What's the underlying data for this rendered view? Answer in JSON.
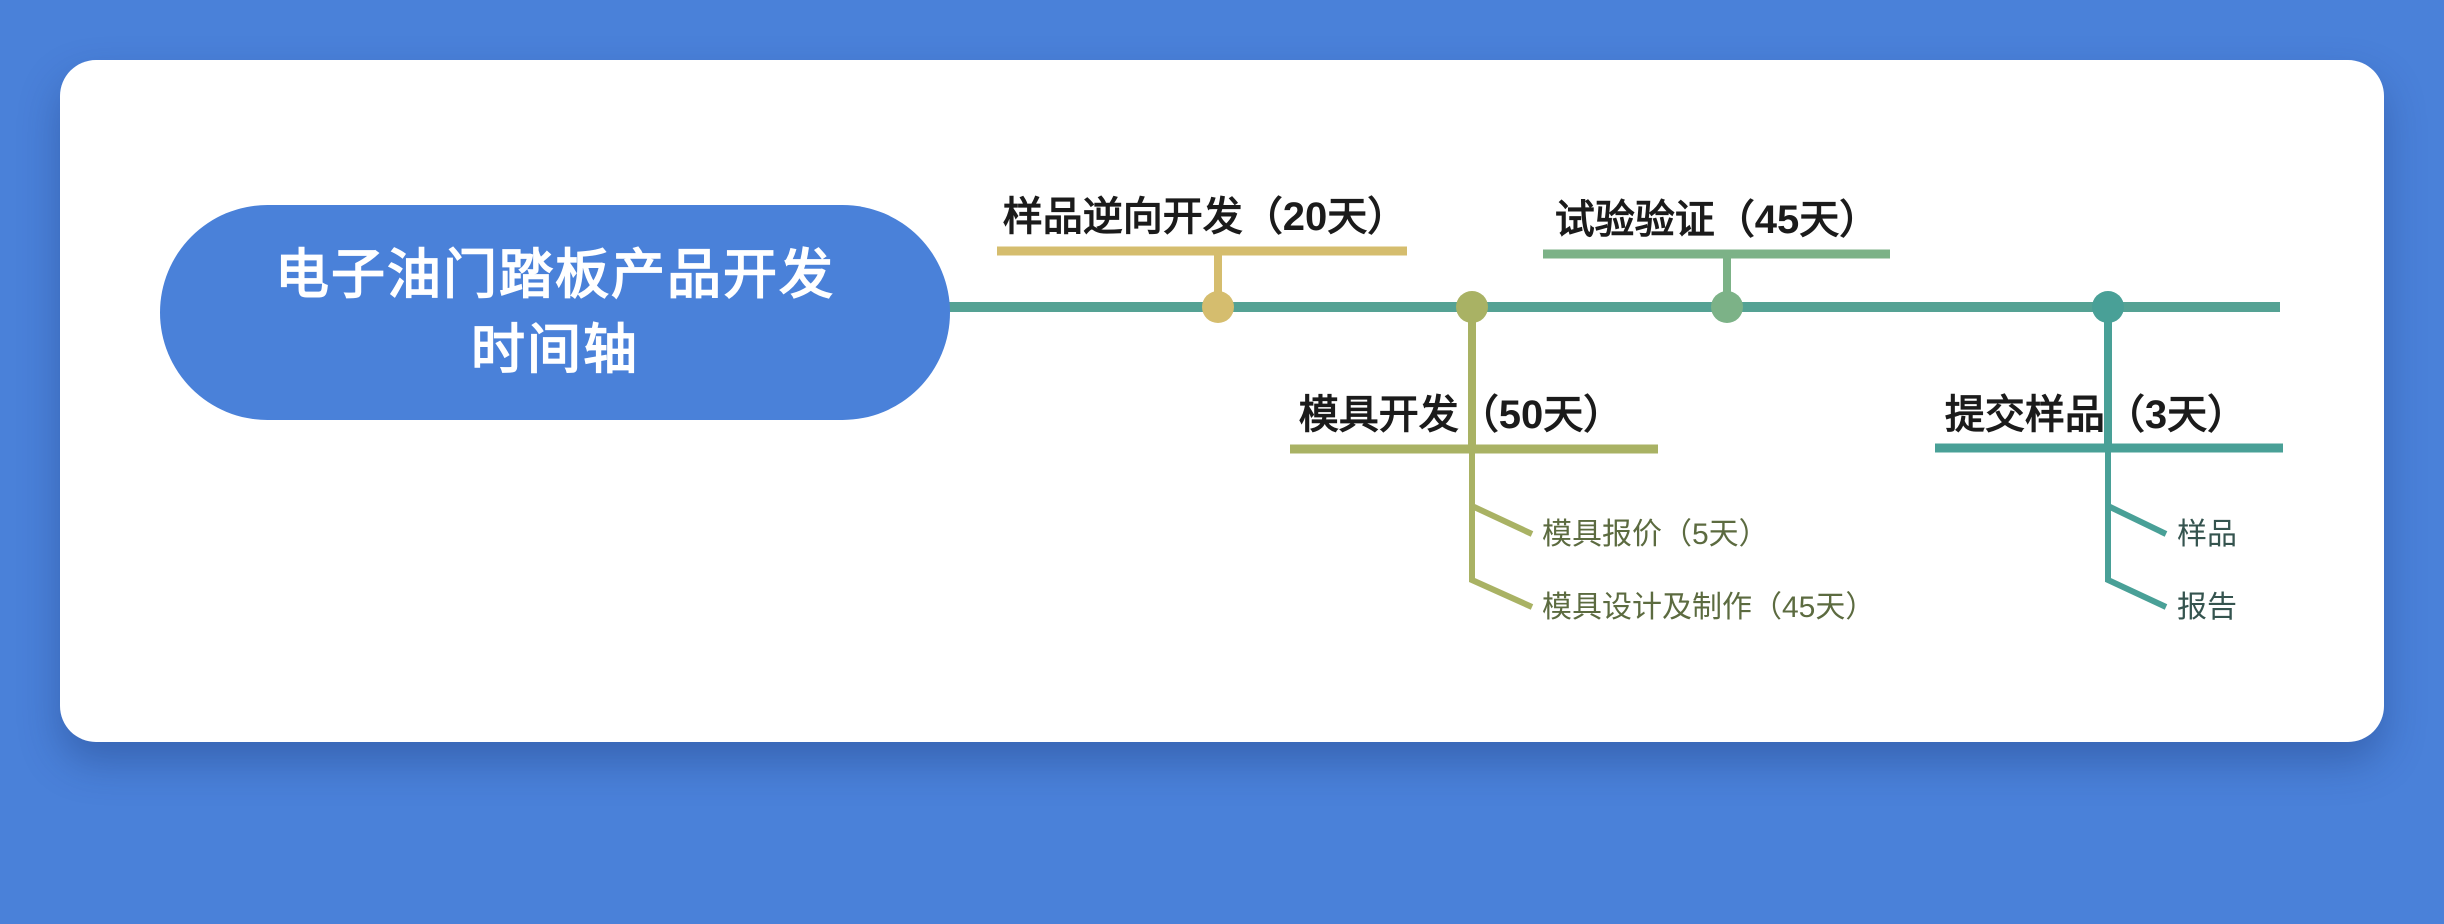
{
  "colors": {
    "background": "#4A81D9",
    "card": "#FFFFFF",
    "root_fill": "#4A81D9",
    "root_text": "#FFFFFF",
    "timeline": "#55A294",
    "label_text": "#1B1B1B"
  },
  "root": {
    "title": "电子油门踏板产品开发时间轴",
    "title_line1": "电子油门踏板产品开发",
    "title_line2": "时间轴"
  },
  "branches": [
    {
      "label": "样品逆向开发（20天）",
      "side": "top",
      "color": "#D5BD6E",
      "children": []
    },
    {
      "label": "模具开发（50天）",
      "side": "bottom",
      "color": "#A9B264",
      "child_text_color": "#5C6B40",
      "children": [
        {
          "label": "模具报价（5天）"
        },
        {
          "label": "模具设计及制作（45天）"
        }
      ]
    },
    {
      "label": "试验验证（45天）",
      "side": "top",
      "color": "#7CB287",
      "children": []
    },
    {
      "label": "提交样品（3天）",
      "side": "bottom",
      "color": "#49A097",
      "child_text_color": "#35544F",
      "children": [
        {
          "label": "样品"
        },
        {
          "label": "报告"
        }
      ]
    }
  ]
}
